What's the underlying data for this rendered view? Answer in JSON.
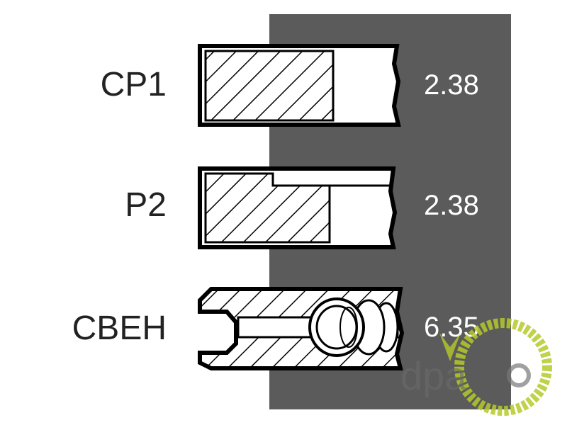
{
  "rings": [
    {
      "name": "CP1",
      "thickness": "2.38"
    },
    {
      "name": "P2",
      "thickness": "2.38"
    },
    {
      "name": "CBEH",
      "thickness": "6.35"
    }
  ],
  "watermark": {
    "text": "dpa",
    "icon": "tractor-gear-logo"
  },
  "colors": {
    "panel": "#5b5b5b",
    "watermark_green": "#b5c92a"
  }
}
